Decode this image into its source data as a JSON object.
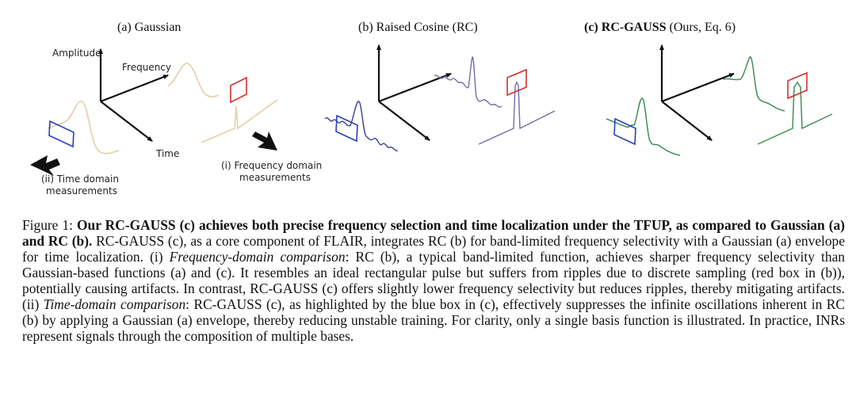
{
  "panels": {
    "a": {
      "title": "(a) Gaussian"
    },
    "b": {
      "title": "(b) Raised Cosine (RC)"
    },
    "c": {
      "title_bold": "(c) RC-GAUSS",
      "title_rest": " (Ours, Eq. 6)"
    }
  },
  "axis_labels": {
    "amplitude": "Amplitude",
    "frequency": "Frequency",
    "time": "Time"
  },
  "annotations": {
    "time_line1": "(ii) Time domain",
    "time_line2": "measurements",
    "freq_line1": "(i) Frequency domain",
    "freq_line2": "measurements"
  },
  "colors": {
    "gaussian": "#e3cfa6",
    "rc": "#7a6aa8",
    "rcgauss": "#3f8f5a",
    "time_box": "#2a3fbf",
    "freq_box": "#d23030",
    "axis": "#111111"
  },
  "caption": {
    "label": "Figure 1: ",
    "bold": "Our RC-GAUSS (c) achieves both precise frequency selection and time localization under the TFUP, as compared to Gaussian (a) and RC (b).",
    "t1": " RC-GAUSS (c), as a core component of FLAIR, integrates RC (b) for band-limited frequency selectivity with a Gaussian (a) envelope for time localization. (i) ",
    "i1": "Frequency-domain comparison",
    "t2": ": RC (b), a typical band-limited function, achieves sharper frequency selectivity than Gaussian-based functions (a) and (c). It resembles an ideal rectangular pulse but suffers from ripples due to discrete sampling (red box in (b)), potentially causing artifacts. In contrast, RC-GAUSS (c) offers slightly lower frequency selectivity but reduces ripples, thereby mitigating artifacts. (ii) ",
    "i2": "Time-domain comparison",
    "t3": ": RC-GAUSS (c), as highlighted by the blue box in (c), effectively suppresses the infinite oscillations inherent in RC (b) by applying a Gaussian (a) envelope, thereby reducing unstable training. For clarity, only a single basis function is illustrated. In practice, INRs represent signals through the composition of multiple bases."
  }
}
